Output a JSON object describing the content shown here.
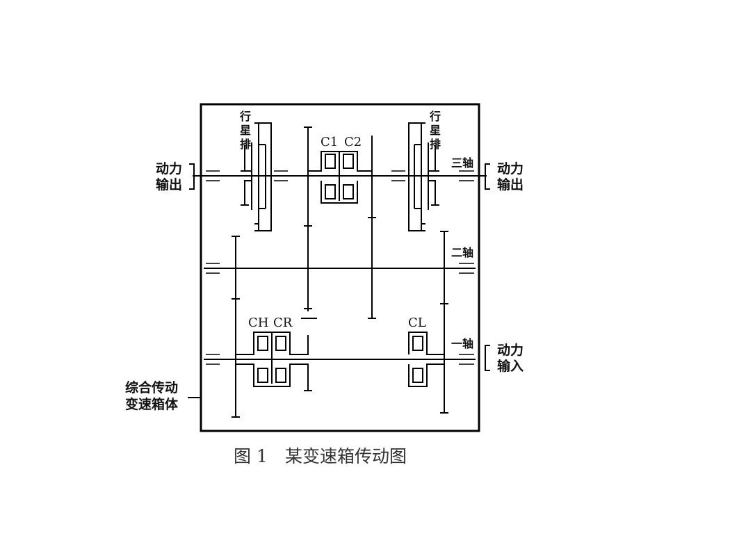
{
  "labels": {
    "left_output": [
      "动力",
      "输出"
    ],
    "right_output": [
      "动力",
      "输出"
    ],
    "right_input": [
      "动力",
      "输入"
    ],
    "housing": [
      "综合传动",
      "变速箱体"
    ],
    "planet_left": [
      "行",
      "星",
      "排"
    ],
    "planet_right": [
      "行",
      "星",
      "排"
    ],
    "shaft_three": "三轴",
    "shaft_two": "二轴",
    "shaft_one": "一轴",
    "clutch_c1": "C1",
    "clutch_c2": "C2",
    "clutch_ch": "CH",
    "clutch_cr": "CR",
    "clutch_cl": "CL"
  },
  "caption": {
    "figure_no": "图 1",
    "title": "某变速箱传动图"
  }
}
